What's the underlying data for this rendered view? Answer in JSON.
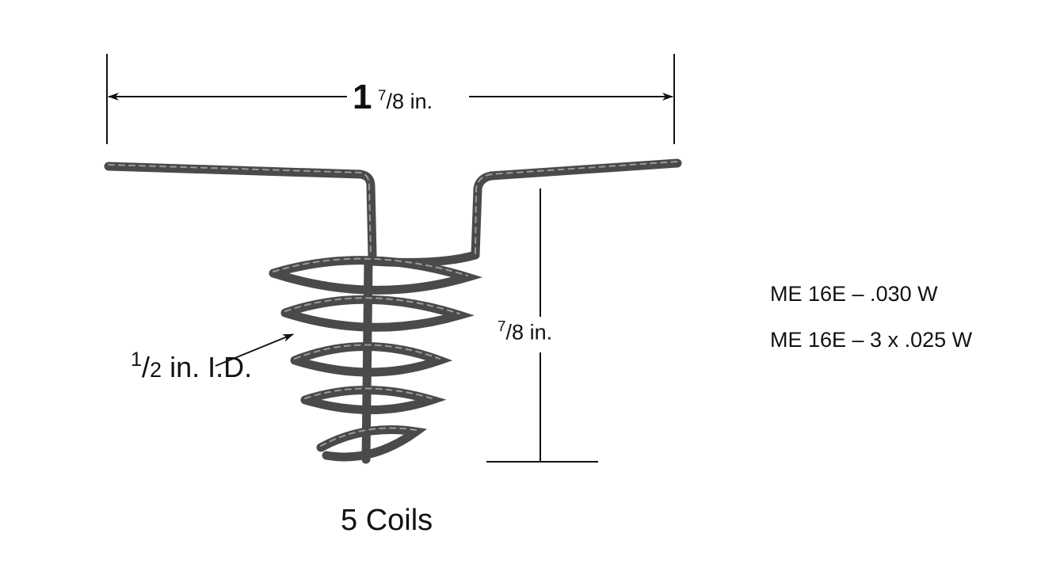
{
  "dimensions": {
    "overall_width": {
      "whole": "1",
      "fraction_num": "7",
      "fraction_den": "8",
      "unit": "in."
    },
    "height": {
      "fraction_num": "7",
      "fraction_den": "8",
      "unit": "in."
    },
    "inner_diameter": {
      "fraction_num": "1",
      "fraction_den": "2",
      "unit": "in. I.D."
    }
  },
  "coil_label": "5 Coils",
  "part_numbers": [
    "ME 16E – .030 W",
    "ME 16E – 3 x .025 W"
  ],
  "colors": {
    "wire": "#5a5a5a",
    "line": "#111111"
  }
}
